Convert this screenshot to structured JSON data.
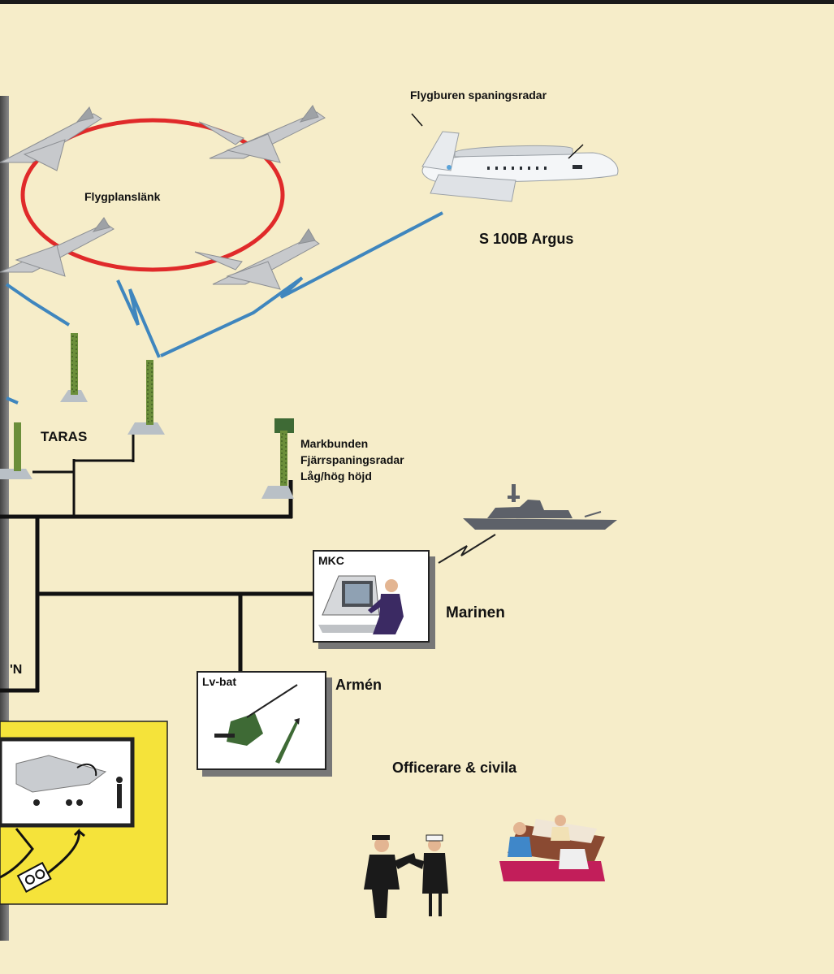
{
  "labels": {
    "awacs_caption": "Flygburen spaningsradar",
    "datalink": "Flygplanslänk",
    "awacs_name": "S 100B Argus",
    "taras": "TARAS",
    "ground_radar_line1": "Markbunden",
    "ground_radar_line2": "Fjärrspaningsradar",
    "ground_radar_line3": "Låg/hög höjd",
    "mkc": "MKC",
    "navy": "Marinen",
    "lvbat": "Lv-bat",
    "army": "Armén",
    "left_fragment": "'N",
    "officers": "Officerare & civila"
  },
  "colors": {
    "background": "#f6edc9",
    "ring": "#e02a2a",
    "link_line": "#3f86be",
    "network": "#111111",
    "base_panel": "#f5e33a"
  }
}
